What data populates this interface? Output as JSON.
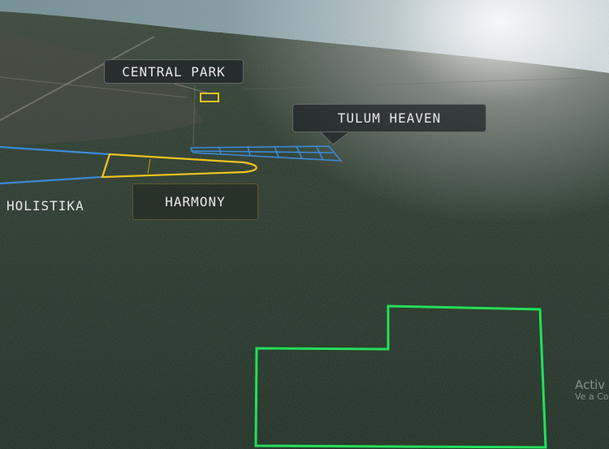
{
  "labels": {
    "central_park": "CENTRAL PARK",
    "tulum_heaven": "TULUM HEAVEN",
    "holistika": "HOLISTIKA",
    "harmony": "HARMONY"
  },
  "watermark": {
    "line1": "Activ",
    "line2": "Ve a Co"
  },
  "colors": {
    "plot_green": "#22e05a",
    "plot_yellow": "#f2c21c",
    "plot_blue": "#3a8ad8",
    "sea": "#8fa8b8",
    "sky": "#f4f6f8",
    "jungle": "#1f2a22"
  }
}
